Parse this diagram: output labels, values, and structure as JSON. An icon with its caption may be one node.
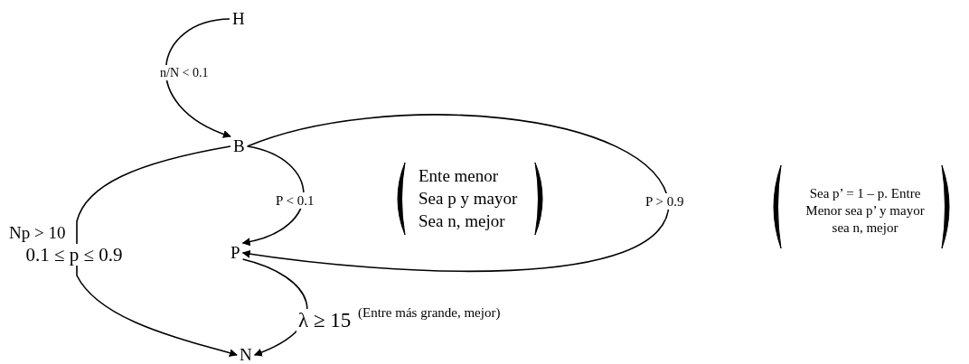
{
  "diagram": {
    "nodes": [
      {
        "text": [
          "H"
        ]
      },
      {
        "text": [
          "B"
        ]
      },
      {
        "text": [
          "P"
        ]
      },
      {
        "text": [
          "N"
        ]
      }
    ],
    "edges": [
      {
        "from": 0,
        "to": 1,
        "arrow": "to",
        "label": "n/N < 0.1"
      },
      {
        "from": 1,
        "to": 2,
        "arrow": "to",
        "label": "P < 0.1"
      },
      {
        "from": 1,
        "to": 2,
        "arrow": "to",
        "label": "P > 0.9"
      },
      {
        "from": 1,
        "to": 3,
        "arrow": "to",
        "label": "Np > 10"
      },
      {
        "from": 2,
        "to": 3,
        "arrow": "to",
        "label": "λ ≥ 15"
      }
    ],
    "labels": [
      "0.1 ≤ p ≤ 0.9",
      "Ente menor Sea p y mayor Sea n, mejor",
      "Sea p’ = 1 – p. Entre Menor sea p’ y mayor sea n, mejor",
      "(Entre más grande, mejor)"
    ]
  }
}
